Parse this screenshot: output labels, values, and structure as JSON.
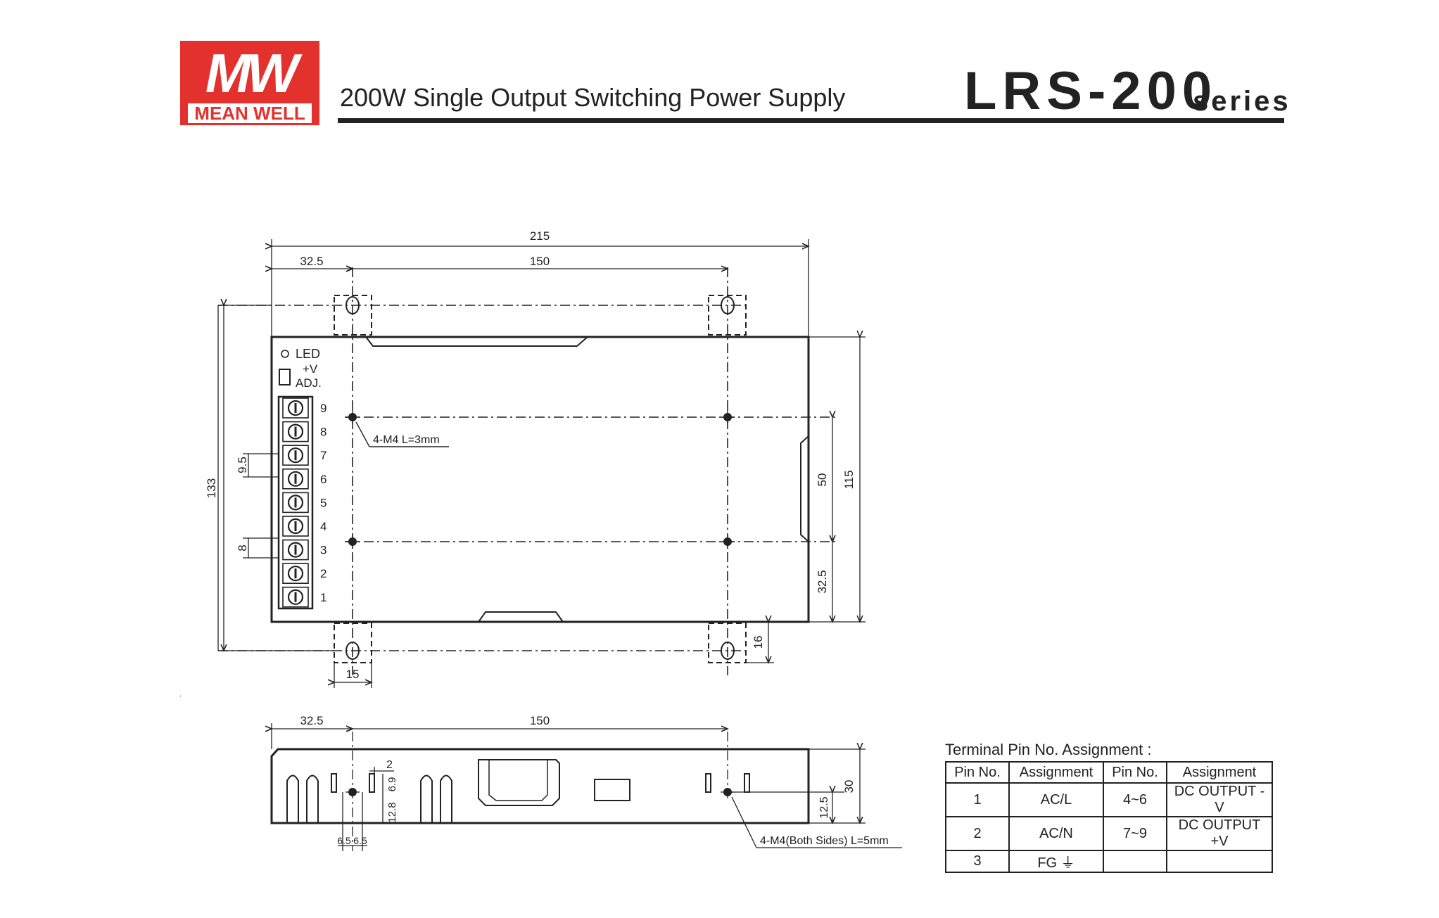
{
  "header": {
    "logo_mark": "MW",
    "logo_text": "MEAN WELL",
    "subtitle": "200W Single Output Switching Power Supply",
    "model": "LRS-200",
    "series": "series"
  },
  "top_view": {
    "dims": {
      "overall_width": "215",
      "left_offset": "32.5",
      "hole_spacing_x": "150",
      "overall_height": "133",
      "body_height": "115",
      "hole_spacing_y": "50",
      "bottom_offset": "32.5",
      "tab_height": "16",
      "tab_width": "15",
      "pin_pitch_a": "9.5",
      "pin_pitch_b": "8"
    },
    "labels": {
      "led": "LED",
      "vadj_top": "+V",
      "vadj_bottom": "ADJ.",
      "mount_hole": "4-M4 L=3mm"
    },
    "terminal_numbers": [
      "9",
      "8",
      "7",
      "6",
      "5",
      "4",
      "3",
      "2",
      "1"
    ]
  },
  "side_view": {
    "dims": {
      "left_offset": "32.5",
      "hole_spacing_x": "150",
      "slot_gap": "2",
      "slot_height": "6.9",
      "slot_bottom": "12.8",
      "hole_left": "6.5",
      "hole_right": "6.5",
      "hole_height": "12.5",
      "overall_height": "30"
    },
    "labels": {
      "mount_hole": "4-M4(Both Sides) L=5mm"
    }
  },
  "pin_table": {
    "title": "Terminal Pin No. Assignment :",
    "headers": [
      "Pin No.",
      "Assignment",
      "Pin No.",
      "Assignment"
    ],
    "rows": [
      [
        "1",
        "AC/L",
        "4~6",
        "DC OUTPUT -V"
      ],
      [
        "2",
        "AC/N",
        "7~9",
        "DC OUTPUT +V"
      ],
      [
        "3",
        "FG ⏚",
        "",
        ""
      ]
    ]
  },
  "colors": {
    "brand_red": "#e3312d",
    "ink": "#222222"
  }
}
